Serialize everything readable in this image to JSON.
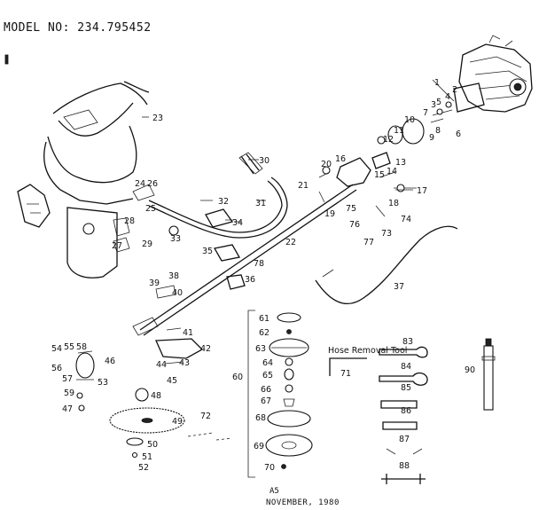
{
  "header": {
    "model_label": "MODEL NO: 234.795452"
  },
  "footer": {
    "page": "A5",
    "date": "NOVEMBER, 1980"
  },
  "tool_caption": "Hose Removal Tool",
  "callouts": [
    "1",
    "2",
    "3",
    "4",
    "5",
    "6",
    "7",
    "8",
    "9",
    "10",
    "11",
    "12",
    "13",
    "14",
    "15",
    "16",
    "17",
    "18",
    "19",
    "20",
    "21",
    "22",
    "23",
    "24",
    "25",
    "26",
    "27",
    "28",
    "29",
    "30",
    "31",
    "32",
    "33",
    "34",
    "35",
    "36",
    "37",
    "38",
    "39",
    "40",
    "41",
    "42",
    "43",
    "44",
    "45",
    "46",
    "47",
    "48",
    "49",
    "50",
    "51",
    "52",
    "53",
    "54",
    "55",
    "56",
    "57",
    "58",
    "59",
    "60",
    "61",
    "62",
    "63",
    "64",
    "65",
    "66",
    "67",
    "68",
    "69",
    "70",
    "71",
    "72",
    "73",
    "74",
    "75",
    "76",
    "77",
    "78",
    "83",
    "84",
    "85",
    "86",
    "87",
    "88",
    "90"
  ]
}
